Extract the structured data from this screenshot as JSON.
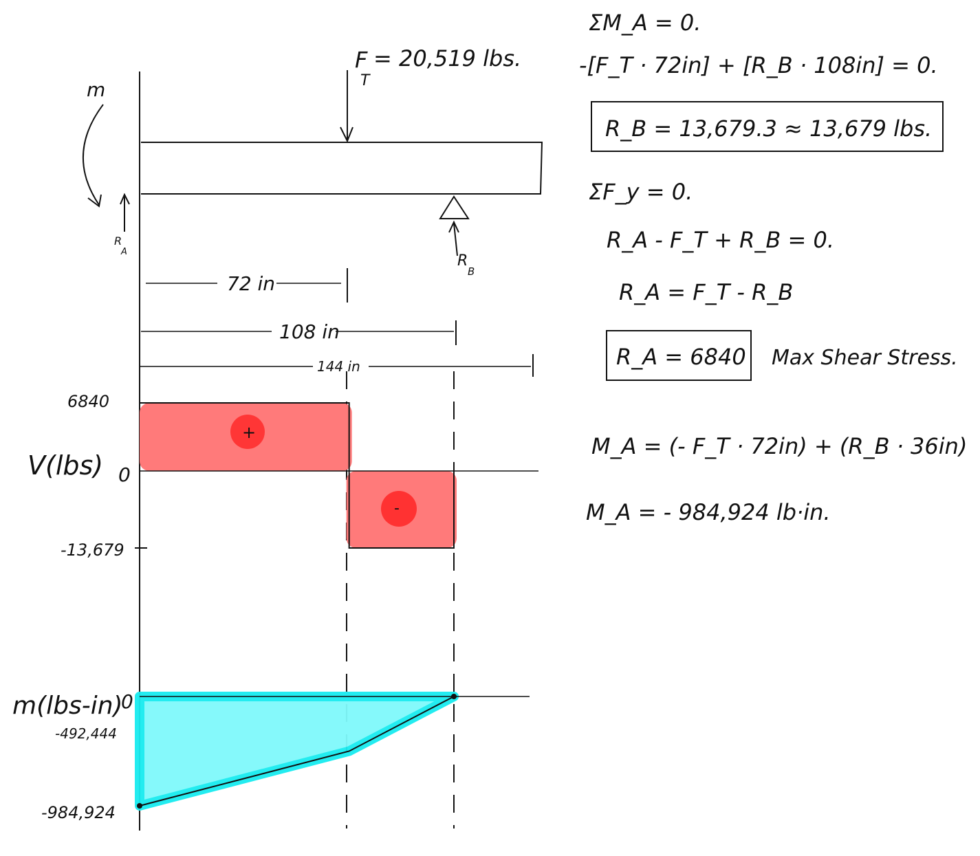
{
  "colors": {
    "ink": "#111111",
    "shear_fill": "#ff7a7a",
    "shear_sign": "#ff2a2a",
    "moment_fill": "#7ff9fb",
    "moment_edge": "#18ecf0",
    "white": "#ffffff"
  },
  "icons": {
    "force_arrow": "down-arrow-icon",
    "support": "triangle-support-icon",
    "reaction": "up-arrow-icon",
    "moment": "curved-arrow-icon"
  },
  "beam": {
    "moment_label": "m",
    "force_label": "F",
    "force_sub": "T",
    "force_value": "= 20,519 lbs.",
    "ra_label": "R",
    "ra_sub": "A",
    "rb_label": "R",
    "rb_sub": "B"
  },
  "dimensions": {
    "d1": "72 in",
    "d2": "108 in",
    "d3": "144 in"
  },
  "shear": {
    "axis_label": "V(lbs)",
    "zero": "0",
    "max": "6840",
    "min": "-13,679",
    "plus": "+",
    "minus": "-"
  },
  "moment_diagram": {
    "axis_label": "m(lbs-in)",
    "zero": "0",
    "mid": "-492,444",
    "min": "-984,924"
  },
  "equations": {
    "eq1": "ΣM_A = 0.",
    "eq2": "-[F_T · 72in] + [R_B · 108in] = 0.",
    "rb_box": "R_B = 13,679.3 ≈ 13,679 lbs.",
    "eq3": "ΣF_y = 0.",
    "eq4": "R_A - F_T + R_B = 0.",
    "eq5": "R_A = F_T - R_B",
    "ra_box": "R_A = 6840",
    "note": "Max Shear Stress.",
    "eq6": "M_A = (- F_T · 72in) + (R_B · 36in)",
    "eq7": "M_A = - 984,924 lb·in."
  },
  "chart_data": {
    "type": "line",
    "x": [
      0,
      72,
      108,
      144
    ],
    "shear_series": {
      "name": "V(lbs)",
      "values": [
        6840,
        6840,
        -13679,
        -13679
      ]
    },
    "moment_series": {
      "name": "m(lbs-in)",
      "x": [
        0,
        72,
        108
      ],
      "values": [
        -984924,
        -492444,
        0
      ]
    }
  }
}
